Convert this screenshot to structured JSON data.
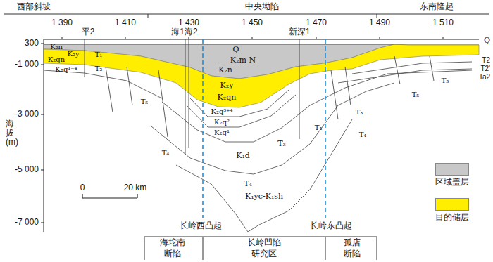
{
  "diagram": {
    "labels": [
      "西部斜坡",
      "中央坳陷",
      "东南隆起",
      "1 390",
      "1 410",
      "1 430",
      "1 450",
      "1 470",
      "1 490",
      "1 510",
      "平2",
      "海1海2",
      "新深1",
      "300",
      "-1 000",
      "-3 000",
      "-5 000",
      "-7 000",
      "海拔(m)",
      "K₂n",
      "K₂y",
      "K₂qn",
      "K₂q¹⁻⁴",
      "T₁",
      "T₂",
      "Q",
      "K₂m-N",
      "K₂n",
      "K₂y",
      "K₂qn",
      "K₂q³⁺⁴",
      "K₂q²",
      "K₂q¹",
      "T₃",
      "K₁d",
      "T₄",
      "K₁yc-K₁sh",
      "T₅",
      "T₄",
      "T₄",
      "T₃",
      "T₄",
      "T₅",
      "T₃",
      "Q",
      "T2",
      "T2'",
      "Ta2",
      "0",
      "20 km",
      "长岭西凸起",
      "长岭东凸起",
      "海坨南",
      "断陷",
      "长岭凹陷",
      "研究区",
      "孤店",
      "断陷"
    ],
    "legend": [
      {
        "text": "区域盖层",
        "color": "#c8c8c8"
      },
      {
        "text": "目的储层",
        "color": "#ffee00"
      }
    ]
  }
}
